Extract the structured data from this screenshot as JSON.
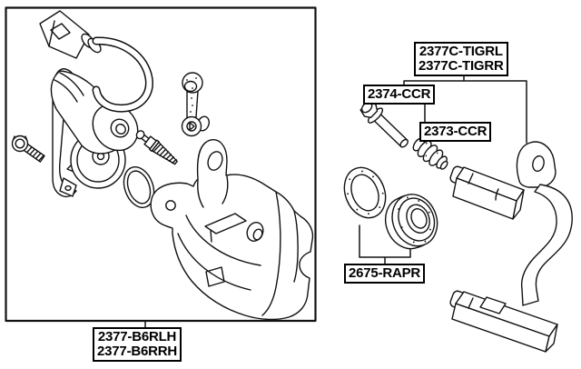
{
  "page": {
    "background_color": "#ffffff",
    "line_color": "#111111",
    "label_border_color": "#000000",
    "label_text_color": "#000000"
  },
  "labels": {
    "carrier": {
      "line1": "2377C-TIGRL",
      "line2": "2377C-TIGRR"
    },
    "guide_pin_bolt": {
      "text": "2374-CCR"
    },
    "guide_pin_boot": {
      "text": "2373-CCR"
    },
    "seal_kit": {
      "text": "2675-RAPR"
    },
    "caliper": {
      "line1": "2377-B6RLH",
      "line2": "2377-B6RRH"
    }
  }
}
